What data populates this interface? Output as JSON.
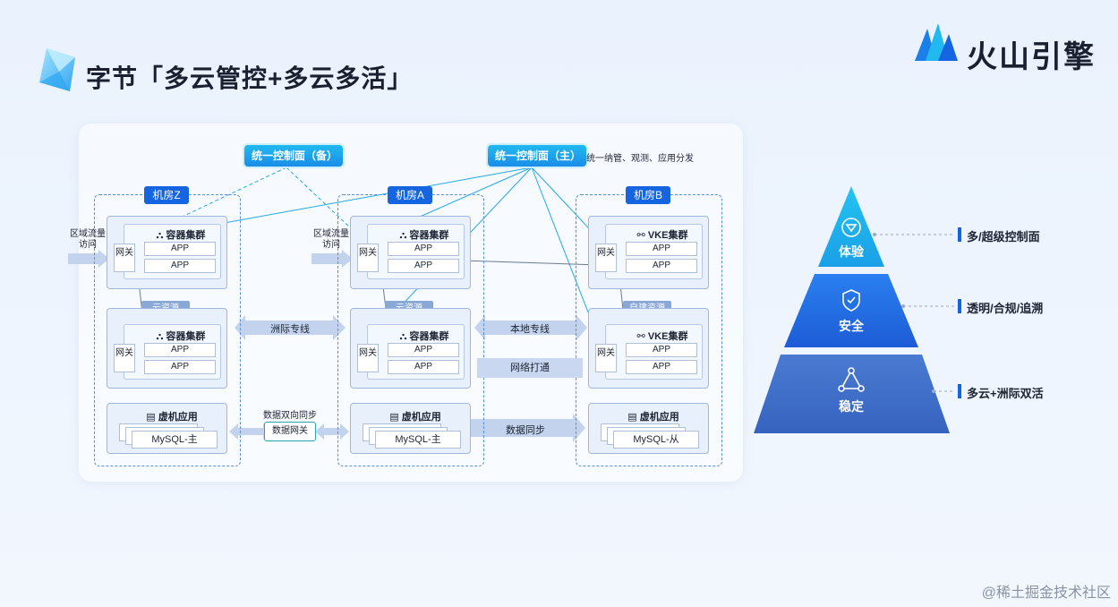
{
  "header": {
    "title": "字节「多云管控+多云多活」",
    "brand": "火山引擎"
  },
  "control_planes": {
    "backup": "统一控制面（备）",
    "primary": "统一控制面（主）",
    "note": "统一纳管、观测、应用分发"
  },
  "rooms": {
    "z": {
      "label": "机房Z",
      "ingress": "区域流量访问",
      "gateway": "网关",
      "cluster1": {
        "title": "容器集群",
        "apps": [
          "APP",
          "APP"
        ]
      },
      "resource": "云资源",
      "cluster2": {
        "title": "容器集群",
        "apps": [
          "APP",
          "APP"
        ]
      },
      "vm": {
        "title": "虚机应用",
        "db": "MySQL-主"
      }
    },
    "a": {
      "label": "机房A",
      "ingress": "区域流量访问",
      "gateway": "网关",
      "cluster1": {
        "title": "容器集群",
        "apps": [
          "APP",
          "APP"
        ]
      },
      "resource": "云资源",
      "cluster2": {
        "title": "容器集群",
        "apps": [
          "APP",
          "APP"
        ]
      },
      "vm": {
        "title": "虚机应用",
        "db": "MySQL-主"
      }
    },
    "b": {
      "label": "机房B",
      "gateway": "网关",
      "cluster1": {
        "title": "VKE集群",
        "apps": [
          "APP",
          "APP"
        ]
      },
      "resource": "自建资源",
      "cluster2": {
        "title": "VKE集群",
        "apps": [
          "APP",
          "APP"
        ]
      },
      "vm": {
        "title": "虚机应用",
        "db": "MySQL-从"
      }
    }
  },
  "links": {
    "intercontinental": "洲际专线",
    "local": "本地专线",
    "network": "网络打通",
    "bidirectional": "数据双向同步",
    "data_gateway": "数据网关",
    "data_sync": "数据同步"
  },
  "pyramid": {
    "levels": [
      {
        "name": "体验",
        "label": "多/超级控制面",
        "icon": "diamond-icon"
      },
      {
        "name": "安全",
        "label": "透明/合规/追溯",
        "icon": "shield-check-icon"
      },
      {
        "name": "稳定",
        "label": "多云+洲际双活",
        "icon": "triangle-network-icon"
      }
    ],
    "colors": {
      "top": "#1fb8ea",
      "mid": "#1f66dd",
      "bottom": "#3a69c8"
    }
  },
  "watermark": "@稀土掘金技术社区"
}
